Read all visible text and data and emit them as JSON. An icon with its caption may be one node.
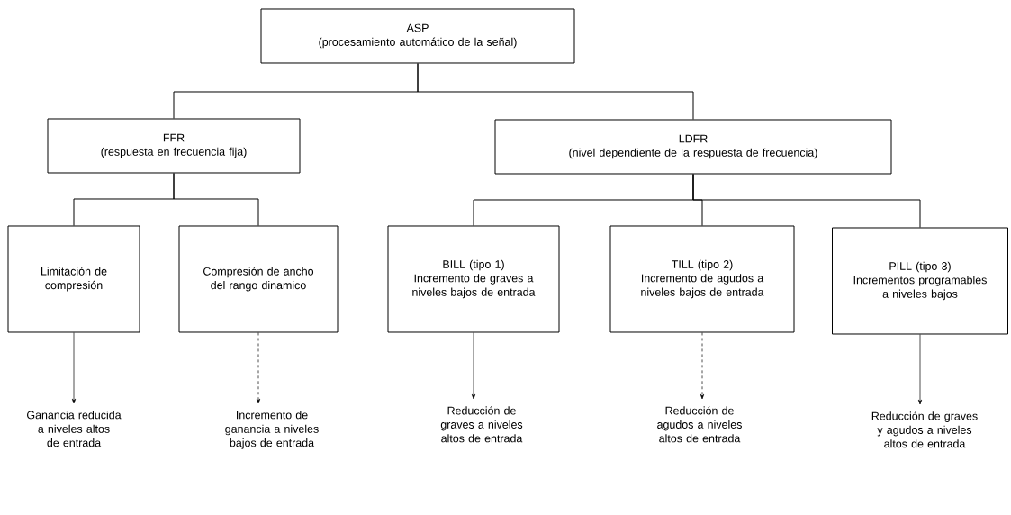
{
  "diagram": {
    "nodes": [
      {
        "text": [
          "ASP",
          "(procesamiento automático de la señal)"
        ]
      },
      {
        "text": [
          "FFR",
          "(respuesta en frecuencia fija)"
        ]
      },
      {
        "text": [
          "LDFR",
          "(nivel dependiente de la respuesta de frecuencia)"
        ]
      },
      {
        "text": [
          "Limitación de compresión"
        ]
      },
      {
        "text": [
          "Compresión de ancho del rango dinamico"
        ]
      },
      {
        "text": [
          "BILL (tipo 1)",
          "Incremento de graves a niveles bajos de entrada"
        ]
      },
      {
        "text": [
          "TILL (tipo 2)",
          "Incremento de agudos a niveles bajos de entrada"
        ]
      },
      {
        "text": [
          "PILL (tipo 3)",
          "Incrementos programables a niveles bajos"
        ]
      },
      {
        "text": [
          "Ganancia reducida a niveles altos de entrada"
        ]
      },
      {
        "text": [
          "Incremento de ganancia a niveles bajos de entrada"
        ]
      },
      {
        "text": [
          "Reducción de graves a niveles altos de entrada"
        ]
      },
      {
        "text": [
          "Reducción de agudos a niveles altos de entrada"
        ]
      },
      {
        "text": [
          "Reducción de graves y agudos a niveles altos de entrada"
        ]
      }
    ],
    "edges": [
      {
        "from": 0,
        "to": 1,
        "arrow": "none"
      },
      {
        "from": 0,
        "to": 2,
        "arrow": "none"
      },
      {
        "from": 1,
        "to": 3,
        "arrow": "none"
      },
      {
        "from": 1,
        "to": 4,
        "arrow": "none"
      },
      {
        "from": 2,
        "to": 5,
        "arrow": "none"
      },
      {
        "from": 2,
        "to": 6,
        "arrow": "none"
      },
      {
        "from": 2,
        "to": 7,
        "arrow": "none"
      },
      {
        "from": 3,
        "to": 8,
        "arrow": "to"
      },
      {
        "from": 4,
        "to": 9,
        "arrow": "to",
        "style": "dashed"
      },
      {
        "from": 5,
        "to": 10,
        "arrow": "to"
      },
      {
        "from": 6,
        "to": 11,
        "arrow": "to",
        "style": "dashed"
      },
      {
        "from": 7,
        "to": 12,
        "arrow": "to"
      }
    ]
  }
}
